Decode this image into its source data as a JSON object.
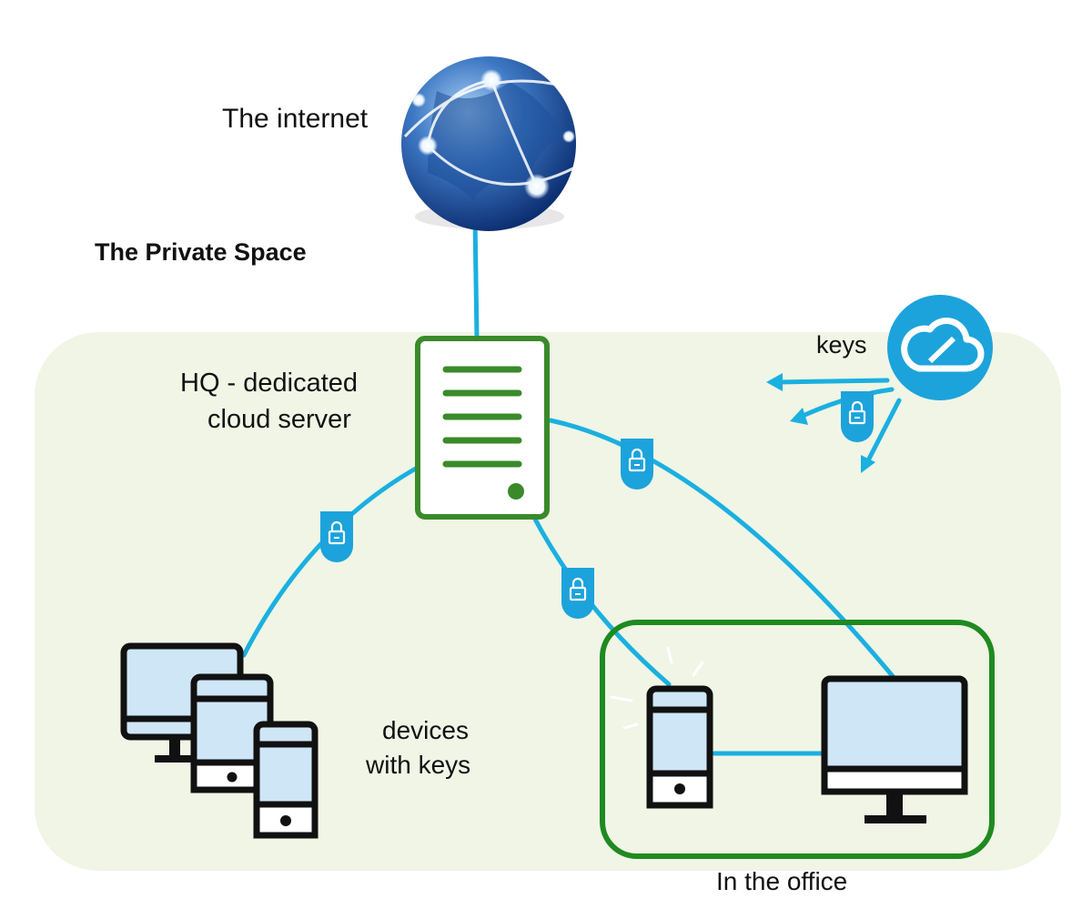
{
  "labels": {
    "internet": "The internet",
    "private_space": "The Private Space",
    "hq_line1": "HQ - dedicated",
    "hq_line2": "cloud server",
    "keys": "keys",
    "devices_line1": "devices",
    "devices_line2": "with keys",
    "office": "In the office"
  },
  "colors": {
    "private_space_bg": "#f0f5e6",
    "connection": "#1ab0e0",
    "server_border": "#3a8a2a",
    "office_border": "#1f8a1f",
    "device_screen": "#cfe6f7",
    "cloud": "#1ca3dc"
  },
  "icons": [
    "globe-icon",
    "server-icon",
    "cloud-icon",
    "lock-icon",
    "monitor-icon",
    "tablet-icon",
    "phone-icon"
  ]
}
